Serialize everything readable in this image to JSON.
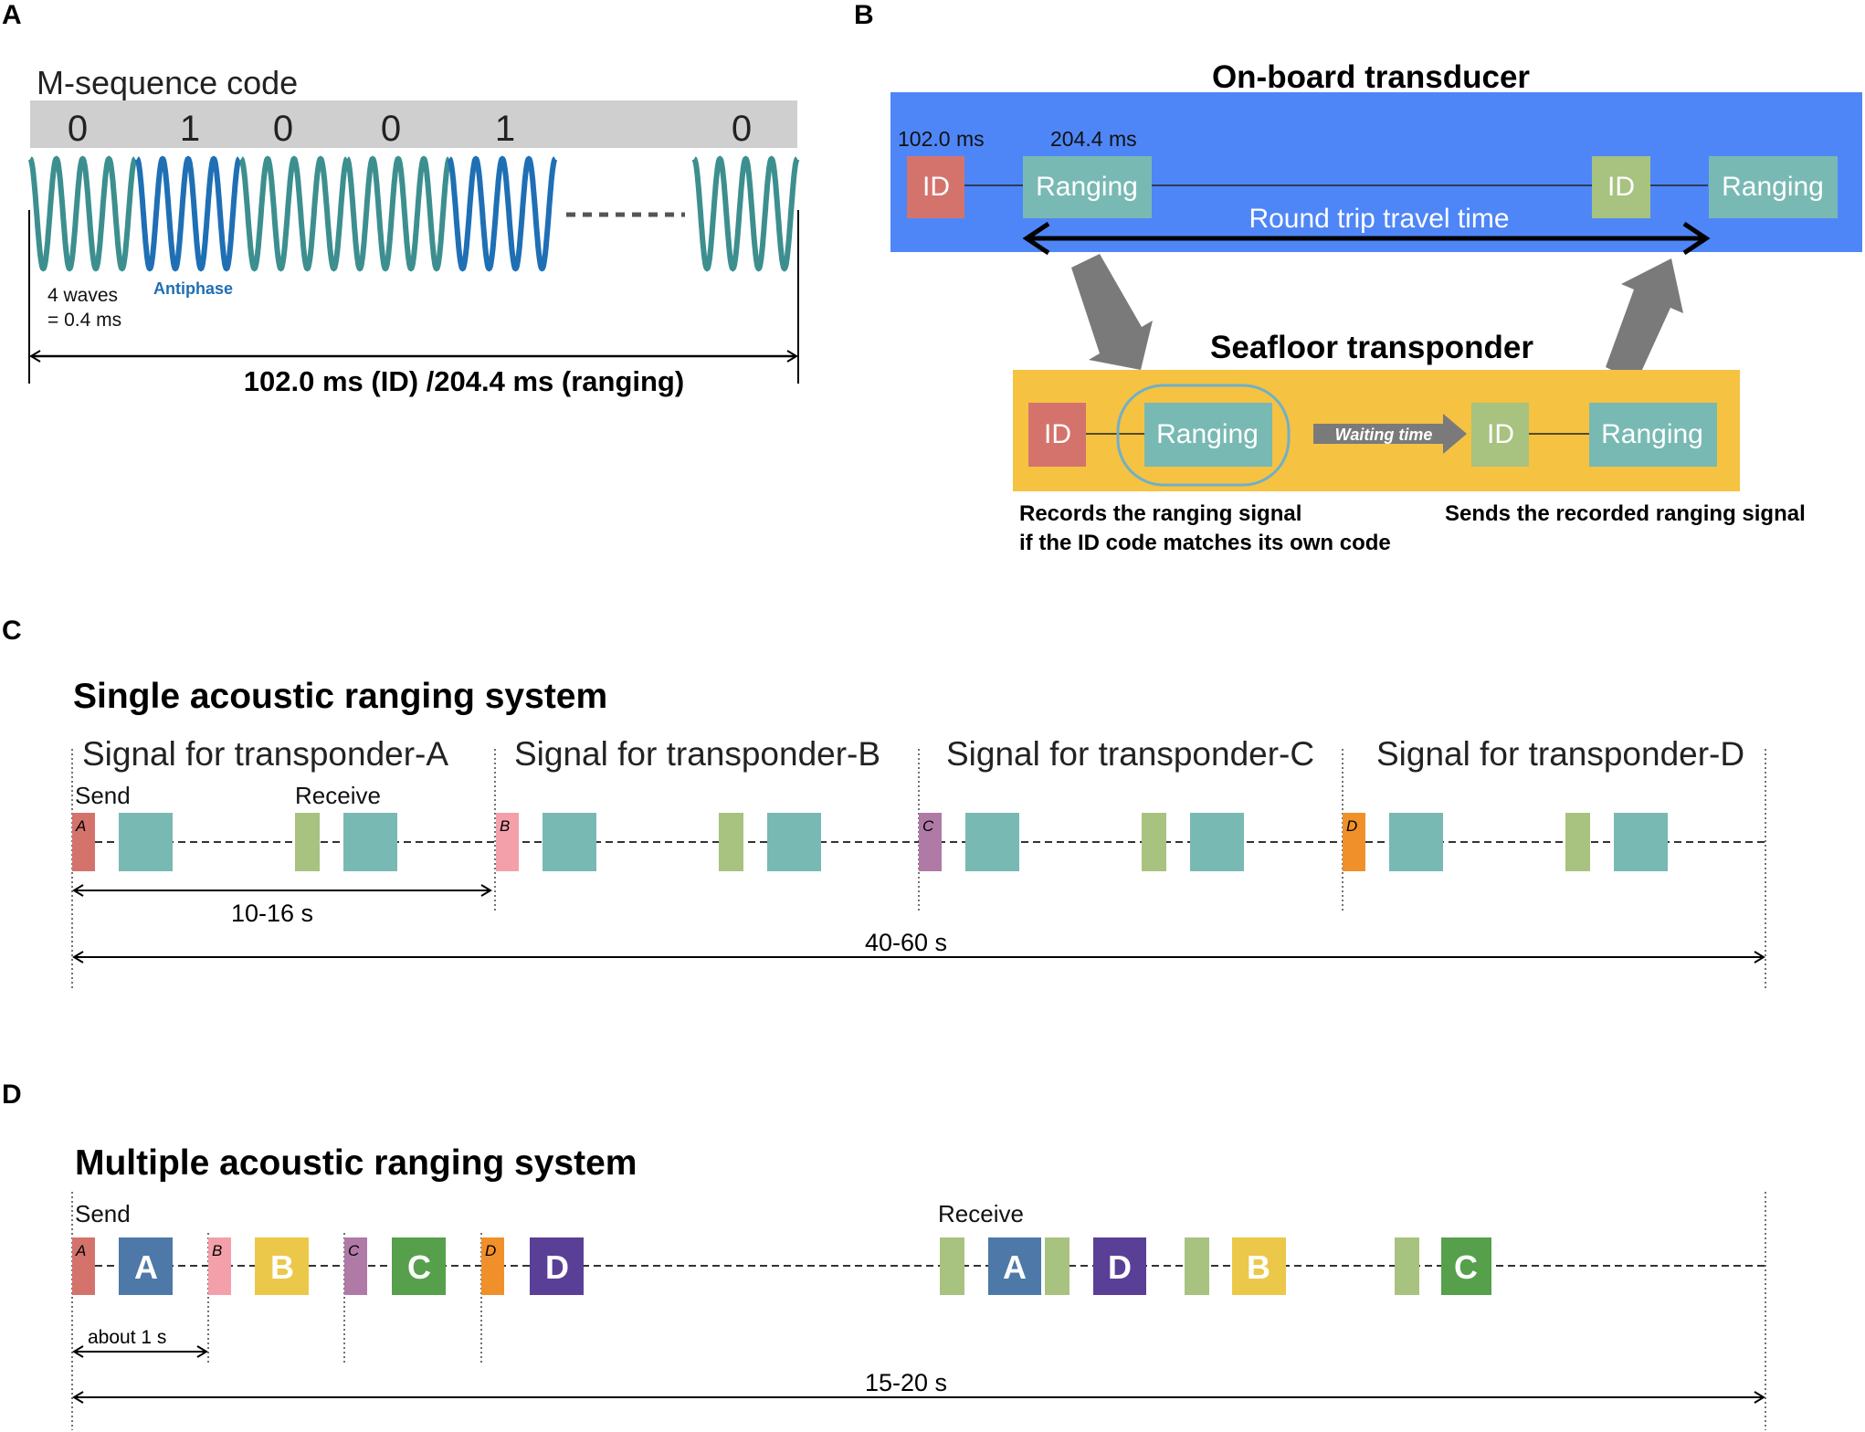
{
  "panels": {
    "a": "A",
    "b": "B",
    "c": "C",
    "d": "D"
  },
  "panel_a": {
    "title": "M-sequence code",
    "bits": [
      "0",
      "1",
      "0",
      "0",
      "1",
      "0"
    ],
    "waves_label_1": "4 waves",
    "waves_label_2": "= 0.4 ms",
    "antiphase_label": "Antiphase",
    "duration_label": "102.0 ms (ID) /204.4 ms (ranging)"
  },
  "panel_b": {
    "onboard_title": "On-board transducer",
    "id_time": "102.0 ms",
    "ranging_time": "204.4 ms",
    "id_label": "ID",
    "ranging_label": "Ranging",
    "round_trip_label": "Round trip travel time",
    "seafloor_title": "Seafloor transponder",
    "waiting_label": "Waiting time",
    "records_line1": "Records the ranging signal",
    "records_line2": "if the ID code matches its own code",
    "sends_label": "Sends the recorded ranging signal"
  },
  "panel_c": {
    "title": "Single acoustic ranging system",
    "signals": [
      "Signal for transponder-A",
      "Signal for transponder-B",
      "Signal for transponder-C",
      "Signal for transponder-D"
    ],
    "send_label": "Send",
    "receive_label": "Receive",
    "letters": [
      "A",
      "B",
      "C",
      "D"
    ],
    "span_short": "10-16 s",
    "span_long": "40-60 s"
  },
  "panel_d": {
    "title": "Multiple acoustic ranging system",
    "send_label": "Send",
    "receive_label": "Receive",
    "small_letters": [
      "A",
      "B",
      "C",
      "D"
    ],
    "big_send": [
      "A",
      "B",
      "C",
      "D"
    ],
    "big_receive": [
      "A",
      "D",
      "B",
      "C"
    ],
    "span_short": "about 1 s",
    "span_long": "15-20 s"
  },
  "colors": {
    "id_red": "#d4736c",
    "ranging_teal": "#78b9b4",
    "id_green": "#a8c280",
    "onboard_blue": "#4f86f7",
    "seafloor_yellow": "#f5c242",
    "wave_teal": "#3d8f8f",
    "wave_blue": "#1f6fb5",
    "pink_b": "#f4a0aa",
    "purple_c": "#b07aa6",
    "orange_d": "#f0902a",
    "big_a": "#4d78a8",
    "big_b": "#ecc84a",
    "big_c": "#56a04c",
    "big_d": "#5a3f97"
  }
}
